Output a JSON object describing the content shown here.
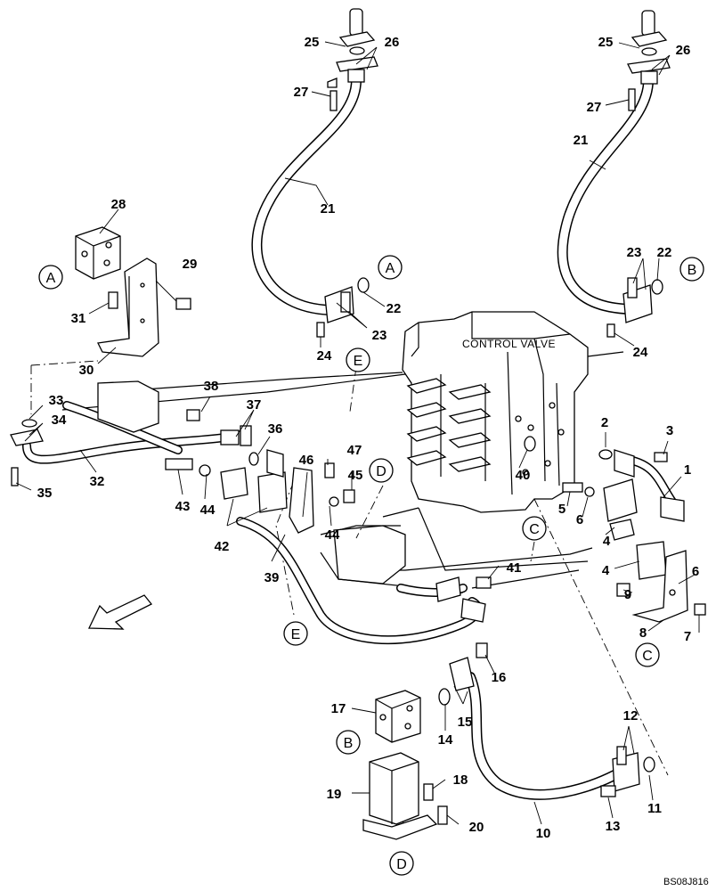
{
  "diagram": {
    "valve_label": "CONTROL VALVE",
    "drawing_code": "BS08J816",
    "part_numbers": {
      "p1": "1",
      "p2": "2",
      "p3": "3",
      "p4a": "4",
      "p4b": "4",
      "p5": "5",
      "p6a": "6",
      "p6b": "6",
      "p7": "7",
      "p8": "8",
      "p9": "9",
      "p10": "10",
      "p11": "11",
      "p12": "12",
      "p13": "13",
      "p14": "14",
      "p15": "15",
      "p16": "16",
      "p17": "17",
      "p18": "18",
      "p19": "19",
      "p20": "20",
      "p21a": "21",
      "p21b": "21",
      "p22a": "22",
      "p22b": "22",
      "p23a": "23",
      "p23b": "23",
      "p24a": "24",
      "p24b": "24",
      "p25a": "25",
      "p25b": "25",
      "p26a": "26",
      "p26b": "26",
      "p27a": "27",
      "p27b": "27",
      "p28": "28",
      "p29": "29",
      "p30": "30",
      "p31": "31",
      "p32": "32",
      "p33": "33",
      "p34": "34",
      "p35": "35",
      "p36": "36",
      "p37": "37",
      "p38": "38",
      "p39": "39",
      "p40": "40",
      "p41": "41",
      "p42": "42",
      "p43": "43",
      "p44a": "44",
      "p44b": "44",
      "p45": "45",
      "p46": "46",
      "p47": "47"
    },
    "callouts": {
      "a_left": "A",
      "a_mid": "A",
      "b_right": "B",
      "b_low": "B",
      "c_mid": "C",
      "c_right": "C",
      "d_mid": "D",
      "d_low": "D",
      "e_mid": "E",
      "e_low": "E"
    }
  }
}
